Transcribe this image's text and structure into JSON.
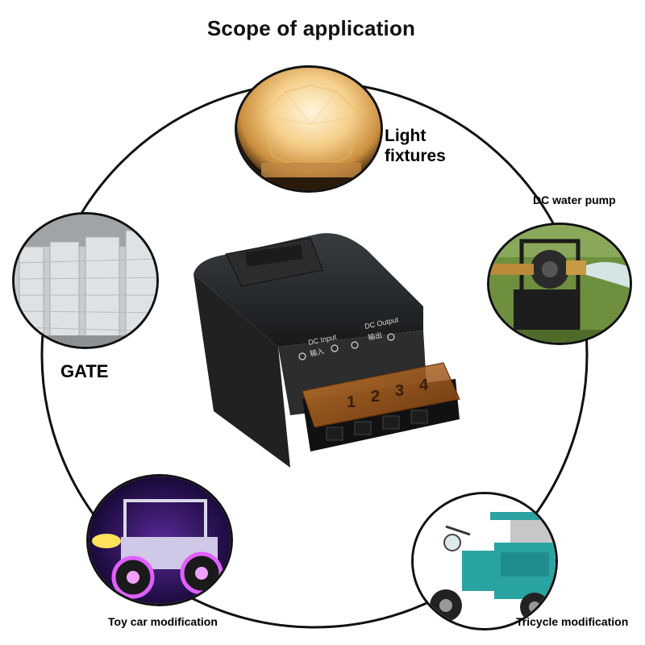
{
  "title": "Scope of application",
  "applications": [
    {
      "label_line1": "Light",
      "label_line2": "fixtures"
    },
    {
      "label": "DC water pump"
    },
    {
      "label": "GATE"
    },
    {
      "label": "Toy car modification"
    },
    {
      "label": "Tricycle modification"
    }
  ],
  "device": {
    "input_label": "DC Input",
    "input_label_cn": "输入",
    "output_label": "DC Output",
    "output_label_cn": "输出",
    "terminal_numbers": [
      "1",
      "2",
      "3",
      "4"
    ]
  }
}
